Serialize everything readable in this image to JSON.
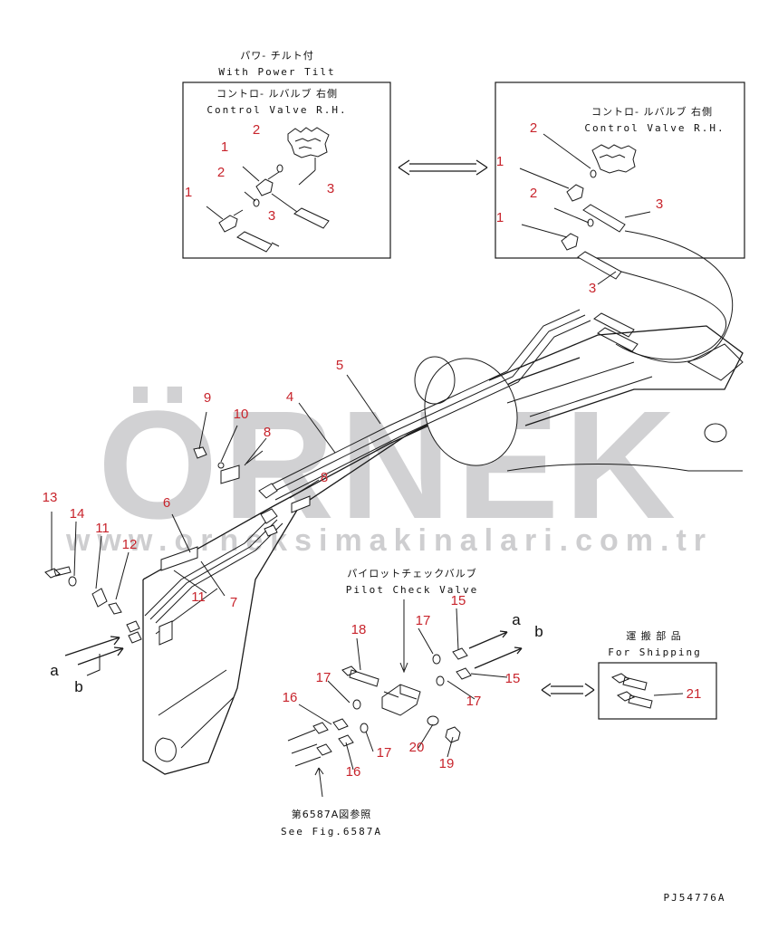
{
  "inset_left": {
    "caption_jp": "パワ- チルト付",
    "caption_en": "With Power Tilt",
    "title_jp": "コントロ- ルバルブ 右側",
    "title_en": "Control Valve R.H."
  },
  "inset_right": {
    "title_jp": "コントロ- ルバルブ 右側",
    "title_en": "Control Valve R.H."
  },
  "pilot_check_valve": {
    "title_jp": "パイロットチェックバルブ",
    "title_en": "Pilot Check Valve"
  },
  "for_shipping": {
    "title_jp": "運 搬 部 品",
    "title_en": "For Shipping"
  },
  "reference": {
    "jp": "第6587A図参照",
    "en": "See Fig.6587A"
  },
  "drawing_number": "PJ54776A",
  "watermark": {
    "brand": "ÖRNEK",
    "url": "www.orneksimakinalari.com.tr",
    "brand_color": "#c9c9cb",
    "accent_color": "#f2e3a6"
  },
  "arrows": {
    "a": "a",
    "b": "b"
  },
  "callouts": {
    "n1": "1",
    "n2": "2",
    "n3": "3",
    "n4": "4",
    "n5": "5",
    "n6": "6",
    "n7": "7",
    "n8": "8",
    "n9": "9",
    "n10": "10",
    "n11": "11",
    "n12": "12",
    "n13": "13",
    "n14": "14",
    "n15": "15",
    "n16": "16",
    "n17": "17",
    "n18": "18",
    "n19": "19",
    "n20": "20",
    "n21": "21"
  },
  "colors": {
    "callout": "#c8242c",
    "line": "#1a1a1a"
  }
}
